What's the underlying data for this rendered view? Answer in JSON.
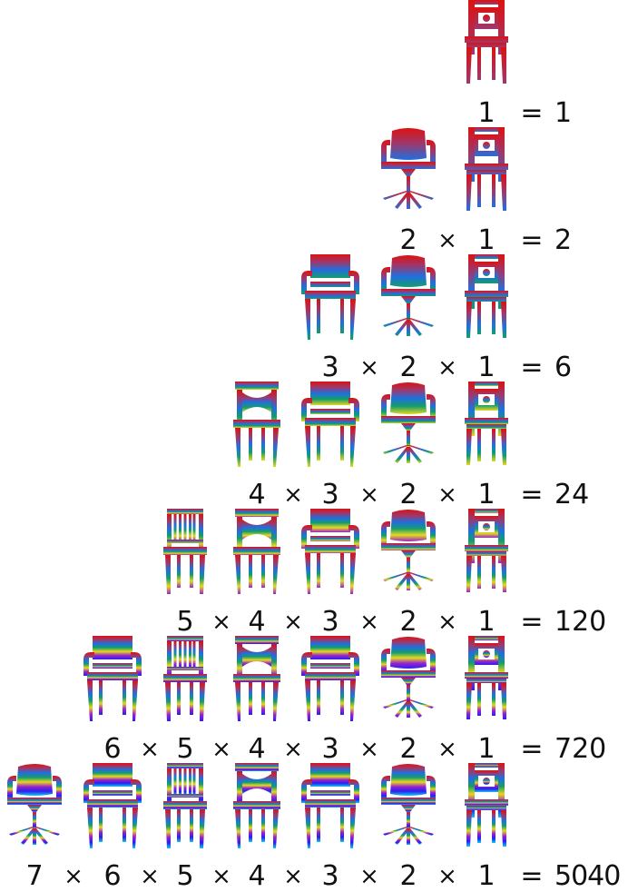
{
  "rows": [
    {
      "chairs": [
        "wood-chair"
      ],
      "factors": [
        "1"
      ],
      "result": "1"
    },
    {
      "chairs": [
        "office-chair",
        "wood-chair"
      ],
      "factors": [
        "2",
        "1"
      ],
      "result": "2"
    },
    {
      "chairs": [
        "armchair",
        "office-chair",
        "wood-chair"
      ],
      "factors": [
        "3",
        "2",
        "1"
      ],
      "result": "6"
    },
    {
      "chairs": [
        "xback-chair",
        "armchair",
        "office-chair",
        "wood-chair"
      ],
      "factors": [
        "4",
        "3",
        "2",
        "1"
      ],
      "result": "24"
    },
    {
      "chairs": [
        "spindle-chair",
        "xback-chair",
        "armchair",
        "office-chair",
        "wood-chair"
      ],
      "factors": [
        "5",
        "4",
        "3",
        "2",
        "1"
      ],
      "result": "120"
    },
    {
      "chairs": [
        "armchair",
        "spindle-chair",
        "xback-chair",
        "armchair",
        "office-chair",
        "wood-chair"
      ],
      "factors": [
        "6",
        "5",
        "4",
        "3",
        "2",
        "1"
      ],
      "result": "720"
    },
    {
      "chairs": [
        "office-chair",
        "armchair",
        "spindle-chair",
        "xback-chair",
        "armchair",
        "office-chair",
        "wood-chair"
      ],
      "factors": [
        "7",
        "6",
        "5",
        "4",
        "3",
        "2",
        "1"
      ],
      "result": "5040"
    }
  ],
  "symbols": {
    "times": "×",
    "equals": "="
  },
  "colors": {
    "rainbow": [
      "#dd1111",
      "#9b3a6e",
      "#1f6fe0",
      "#159d6a",
      "#e6d81e",
      "#9b22cc",
      "#2a20f0",
      "#13c8ee"
    ]
  }
}
